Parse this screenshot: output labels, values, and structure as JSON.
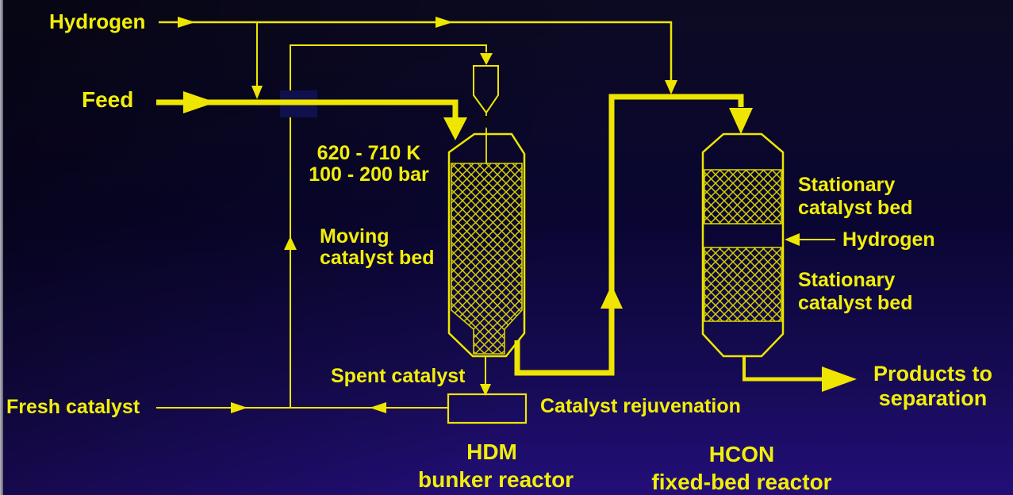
{
  "slide": {
    "background_top": "#0c0a22",
    "background_bottom_right": "#230e78",
    "accent_yellow": "#eee600",
    "hatch_yellow": "#d6d000"
  },
  "labels": {
    "hydrogen_top": "Hydrogen",
    "feed": "Feed",
    "conditions": {
      "line1": "620 - 710 K",
      "line2": "100 - 200 bar"
    },
    "moving_bed": {
      "line1": "Moving",
      "line2": "catalyst bed"
    },
    "spent_catalyst": "Spent catalyst",
    "fresh_catalyst": "Fresh catalyst",
    "catalyst_rejuvenation": "Catalyst rejuvenation",
    "stationary_bed_upper": {
      "line1": "Stationary",
      "line2": "catalyst bed"
    },
    "hydrogen_side": "Hydrogen",
    "stationary_bed_lower": {
      "line1": "Stationary",
      "line2": "catalyst bed"
    },
    "products": {
      "line1": "Products to",
      "line2": "separation"
    },
    "hdm_reactor": {
      "line1": "HDM",
      "line2": "bunker reactor"
    },
    "hcon_reactor": {
      "line1": "HCON",
      "line2": "fixed-bed reactor"
    }
  }
}
